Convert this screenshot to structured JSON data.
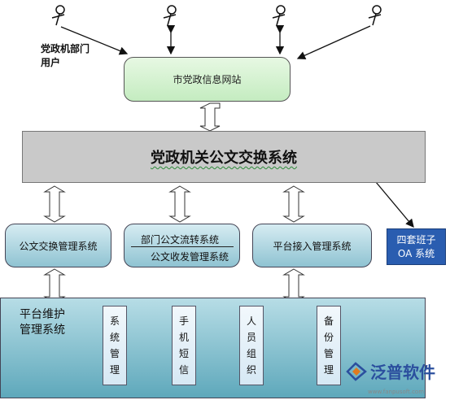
{
  "user_label": [
    "党政机部门",
    "用户"
  ],
  "city_site": "市党政信息网站",
  "exchange_system": "党政机关公文交换系统",
  "mgmt": {
    "exchange_mgmt": "公文交换管理系统",
    "flow_system": "部门公文流转系统",
    "receive_system": "公文收发管理系统",
    "access_mgmt": "平台接入管理系统"
  },
  "oa": [
    "四套班子",
    "OA 系统"
  ],
  "platform": [
    "平台维护",
    "管理系统"
  ],
  "modules": [
    [
      "系",
      "统",
      "管",
      "理"
    ],
    [
      "手",
      "机",
      "短",
      "信"
    ],
    [
      "人",
      "员",
      "组",
      "织"
    ],
    [
      "备",
      "份",
      "管",
      "理"
    ]
  ],
  "logo_text": "泛普软件",
  "watermark": "www.fanpusoft.com"
}
